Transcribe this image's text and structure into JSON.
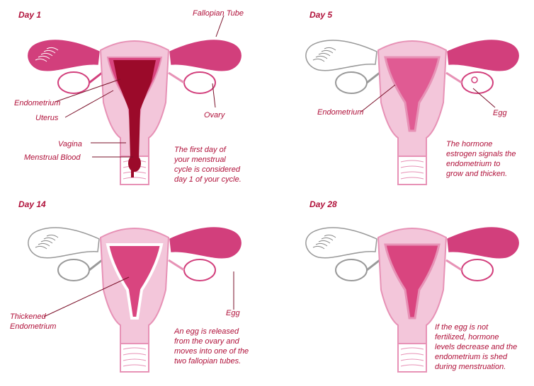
{
  "colors": {
    "text": "#b0113a",
    "tube": "#d23f7c",
    "tube_light": "#f4b4cf",
    "uterus_fill": "#f3c6da",
    "uterus_wall": "#e792b6",
    "endometrium": "#d9457f",
    "blood": "#9b0a2a"
  },
  "panels": [
    {
      "day": "Day 1",
      "labels": {
        "fallopian_tube": "Fallopian Tube",
        "endometrium": "Endometrium",
        "uterus": "Uterus",
        "ovary": "Ovary",
        "vagina": "Vagina",
        "menstrual_blood": "Menstrual Blood"
      },
      "caption": [
        "The first day of",
        "your menstrual",
        "cycle is considered",
        "day 1 of your cycle."
      ]
    },
    {
      "day": "Day 5",
      "labels": {
        "endometrium": "Endometrium",
        "egg": "Egg"
      },
      "caption": [
        "The hormone",
        "estrogen signals the",
        "endometrium to",
        "grow and thicken."
      ]
    },
    {
      "day": "Day 14",
      "labels": {
        "thickened": "Thickened",
        "endometrium": "Endometrium",
        "egg": "Egg"
      },
      "caption": [
        "An egg is released",
        "from the ovary and",
        "moves into one of the",
        "two fallopian tubes."
      ]
    },
    {
      "day": "Day 28",
      "caption": [
        "If the egg is not",
        "fertilized, hormone",
        "levels decrease and the",
        "endometrium is shed",
        "during menstruation."
      ]
    }
  ]
}
